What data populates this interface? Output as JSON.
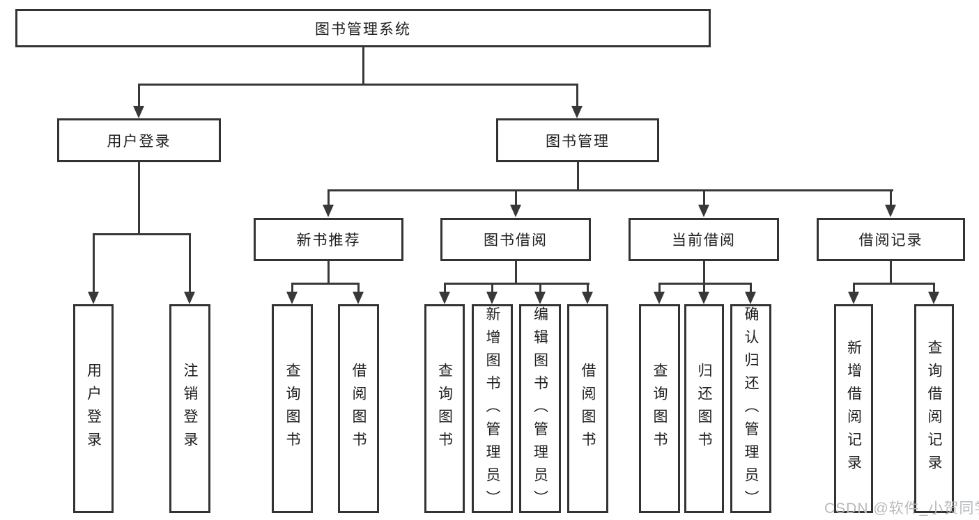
{
  "diagram": {
    "root": {
      "label": "图书管理系统"
    },
    "level2": {
      "user_login": {
        "label": "用户登录"
      },
      "book_management": {
        "label": "图书管理"
      }
    },
    "level3": {
      "new_book_recommend": {
        "label": "新书推荐"
      },
      "book_borrow": {
        "label": "图书借阅"
      },
      "current_borrow": {
        "label": "当前借阅"
      },
      "borrow_records": {
        "label": "借阅记录"
      }
    },
    "leaves": {
      "user_login": [
        "用户登录",
        "注销登录"
      ],
      "new_book_recommend": [
        "查询图书",
        "借阅图书"
      ],
      "book_borrow": [
        "查询图书",
        "新增图书（管理员）",
        "编辑图书（管理员）",
        "借阅图书"
      ],
      "current_borrow": [
        "查询图书",
        "归还图书",
        "确认归还（管理员）"
      ],
      "borrow_records": [
        "新增借阅记录",
        "查询借阅记录"
      ]
    }
  },
  "watermark": {
    "text": "CSDN @软件_小贺同学"
  },
  "colors": {
    "line": "#383838",
    "box_border": "#333333",
    "text": "#1f1f1f",
    "watermark": "#b7babd",
    "background": "#ffffff"
  }
}
